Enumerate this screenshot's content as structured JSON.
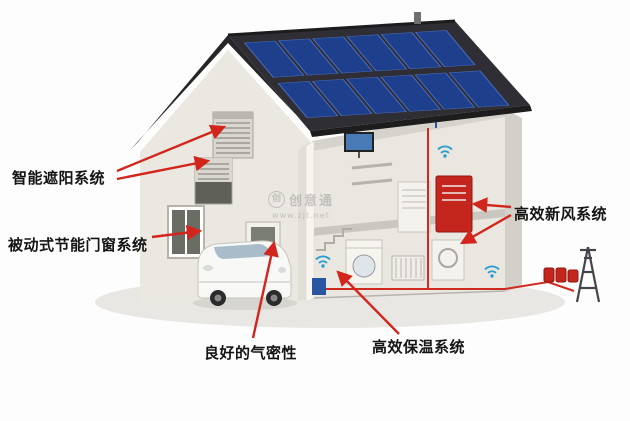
{
  "labels": {
    "shading": "智能遮阳系统",
    "windows": "被动式节能门窗系统",
    "airtightness": "良好的气密性",
    "insulation": "高效保温系统",
    "fresh_air": "高效新风系统"
  },
  "watermark": {
    "logo_glyph": "创",
    "brand": "创意通",
    "site": "www.zjt.net"
  },
  "icons": {
    "wifi": "wifi-icon",
    "arrow": "red-arrow-icon",
    "solar": "solar-panel-array",
    "tower": "power-tower-icon"
  },
  "colors": {
    "arrow_red": "#d2251c",
    "pipe_red": "#cf2a20",
    "pipe_blue": "#2a55a5",
    "solar_blue": "#1e3f8c",
    "roof_dark": "#262626",
    "wall_light": "#eae8e1",
    "interior_light": "#e9e7e0",
    "unit_red": "#c4251c",
    "wifi_blue": "#2a9fd0",
    "label_text": "#141414",
    "background": "#fdfdfd"
  }
}
